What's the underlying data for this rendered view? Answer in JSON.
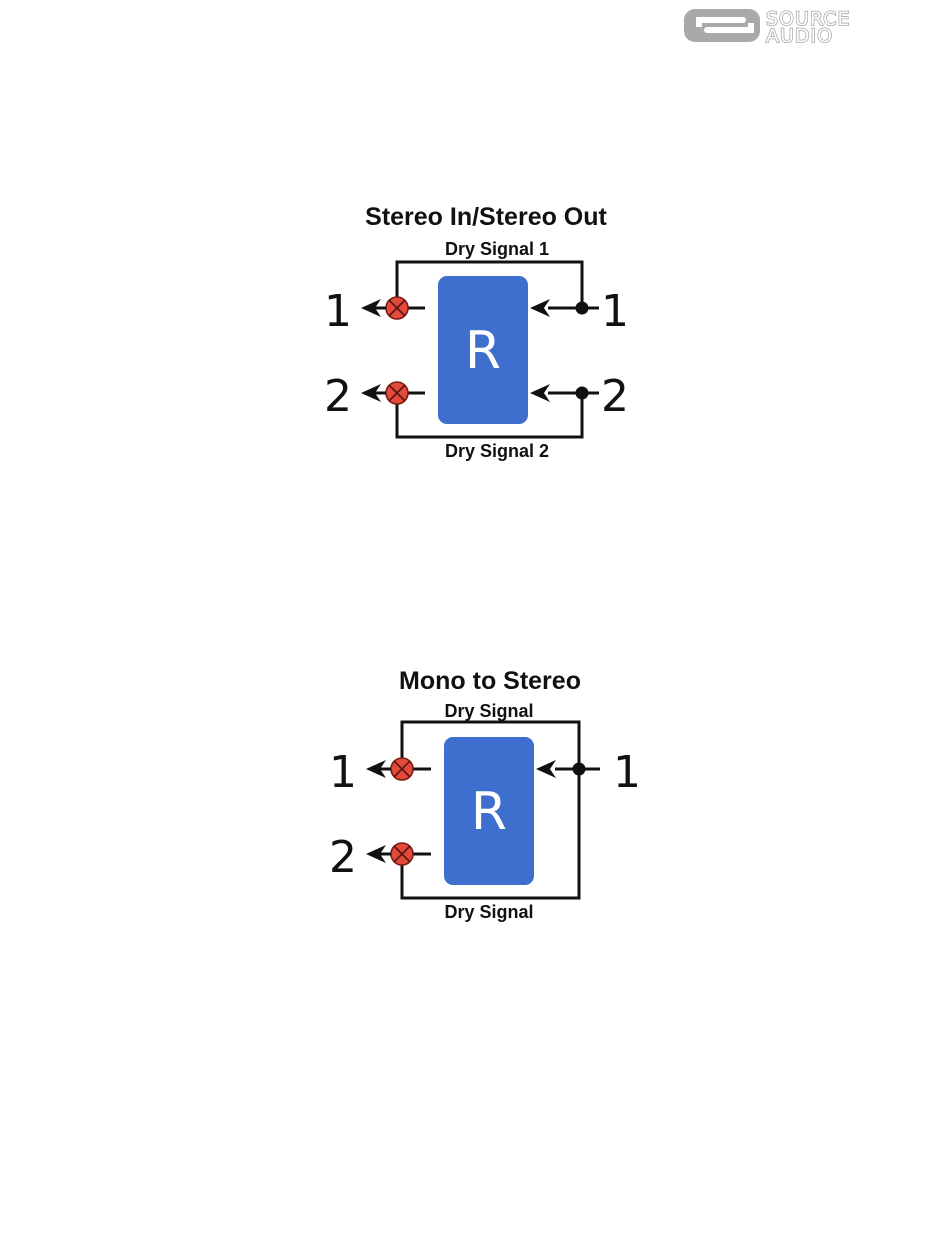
{
  "logo": {
    "line1": "SOURCE",
    "line2": "AUDIO",
    "color": "#a9a9a9"
  },
  "colors": {
    "block": "#3f6fce",
    "block_text": "#ffffff",
    "mixer": "#e24a3b",
    "line": "#111111"
  },
  "diagrams": [
    {
      "title": "Stereo In/Stereo Out",
      "top_label": "Dry Signal 1",
      "bottom_label": "Dry Signal 2",
      "block_label": "R",
      "outputs": [
        "1",
        "2"
      ],
      "inputs": [
        "1",
        "2"
      ]
    },
    {
      "title": "Mono to Stereo",
      "top_label": "Dry Signal",
      "bottom_label": "Dry Signal",
      "block_label": "R",
      "outputs": [
        "1",
        "2"
      ],
      "inputs": [
        "1"
      ]
    }
  ]
}
